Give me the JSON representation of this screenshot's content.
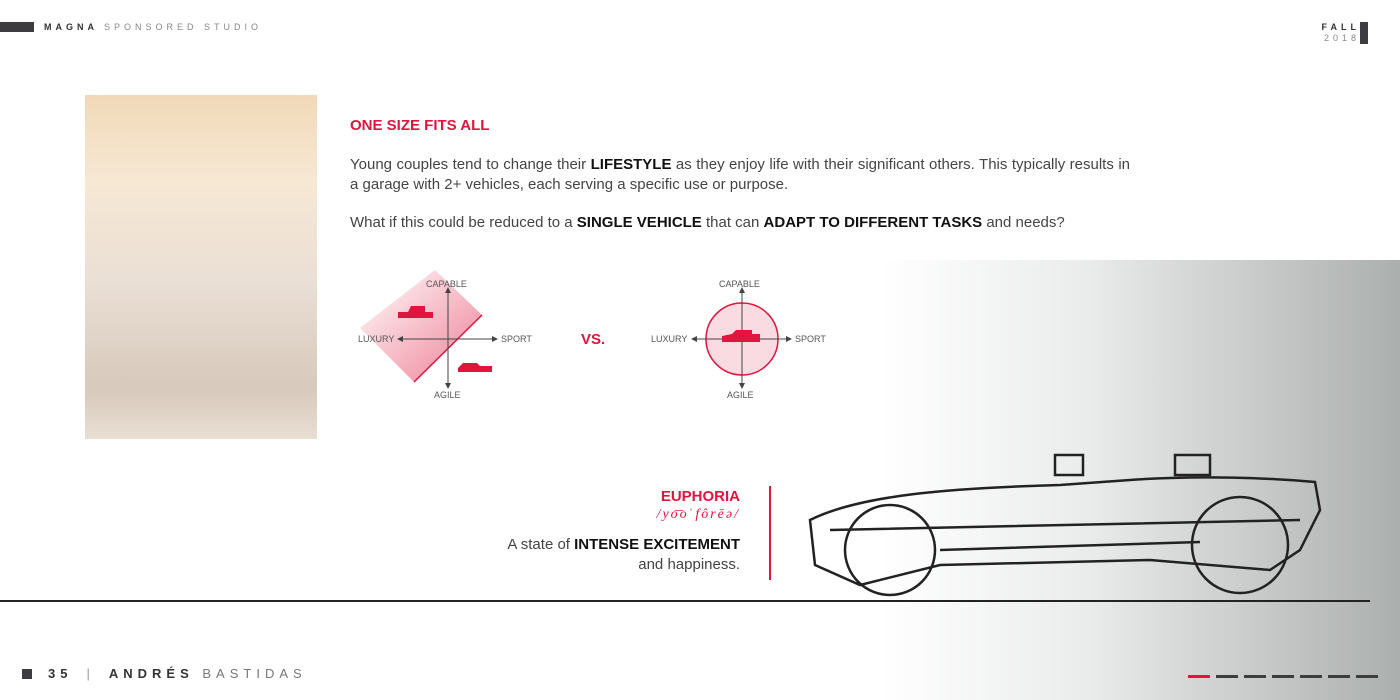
{
  "header": {
    "brand": "MAGNA",
    "subtitle": "SPONSORED STUDIO",
    "season": "FALL",
    "year": "2018"
  },
  "content": {
    "title": "ONE SIZE FITS ALL",
    "p1_a": "Young couples tend to change their ",
    "p1_b": "LIFESTYLE",
    "p1_c": " as they enjoy life with their significant others. This typically results in a garage with 2+ vehicles, each serving a specific use or purpose.",
    "p2_a": "What if this could be reduced to a ",
    "p2_b": "SINGLE VEHICLE",
    "p2_c": " that can ",
    "p2_d": "ADAPT TO DIFFERENT TASKS",
    "p2_e": " and needs?"
  },
  "diagrams": {
    "top": "CAPABLE",
    "bottom": "AGILE",
    "left": "LUXURY",
    "right": "SPORT",
    "vs": "VS."
  },
  "definition": {
    "word": "EUPHORIA",
    "phonetic": "/yo͞oˈfôrēə/",
    "desc_a": "A state of ",
    "desc_b": "INTENSE EXCITEMENT",
    "desc_c": "and happiness."
  },
  "footer": {
    "page": "35",
    "first": "ANDRÉS",
    "last": "BASTIDAS",
    "pages_total": 7,
    "current_page_index": 1
  },
  "colors": {
    "accent": "#e0143c",
    "dark": "#3d3d3f"
  }
}
